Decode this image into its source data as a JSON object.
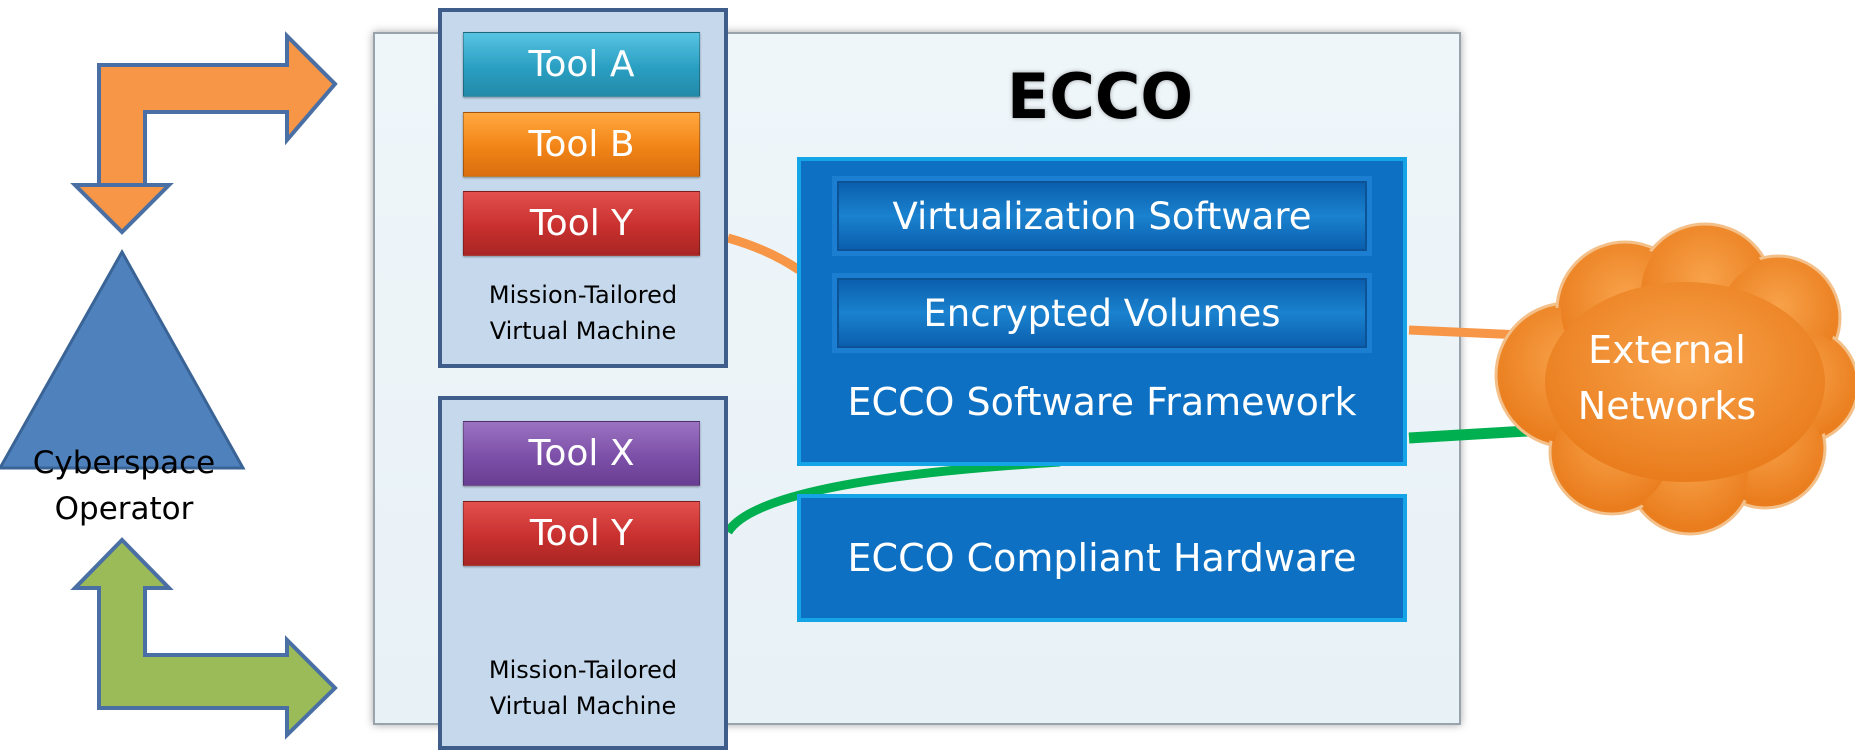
{
  "title": "ECCO",
  "operator": {
    "line1": "Cyberspace",
    "line2": "Operator"
  },
  "vm_top": {
    "tools": [
      "Tool A",
      "Tool B",
      "Tool Y"
    ],
    "caption_line1": "Mission-Tailored",
    "caption_line2": "Virtual Machine"
  },
  "vm_bottom": {
    "tools": [
      "Tool X",
      "Tool Y"
    ],
    "caption_line1": "Mission-Tailored",
    "caption_line2": "Virtual Machine"
  },
  "framework": {
    "virtualization": "Virtualization Software",
    "encrypted": "Encrypted Volumes",
    "label": "ECCO Software Framework"
  },
  "hardware": {
    "label": "ECCO Compliant Hardware"
  },
  "external": {
    "line1": "External",
    "line2": "Networks"
  },
  "colors": {
    "orange_arrow": "#f79646",
    "green_arrow": "#9bbb59",
    "operator_triangle": "#4f81bd",
    "framework_blue": "#0d70c3",
    "cloud_orange": "#f38a2c",
    "link_orange": "#f79646",
    "link_green": "#00b050"
  }
}
